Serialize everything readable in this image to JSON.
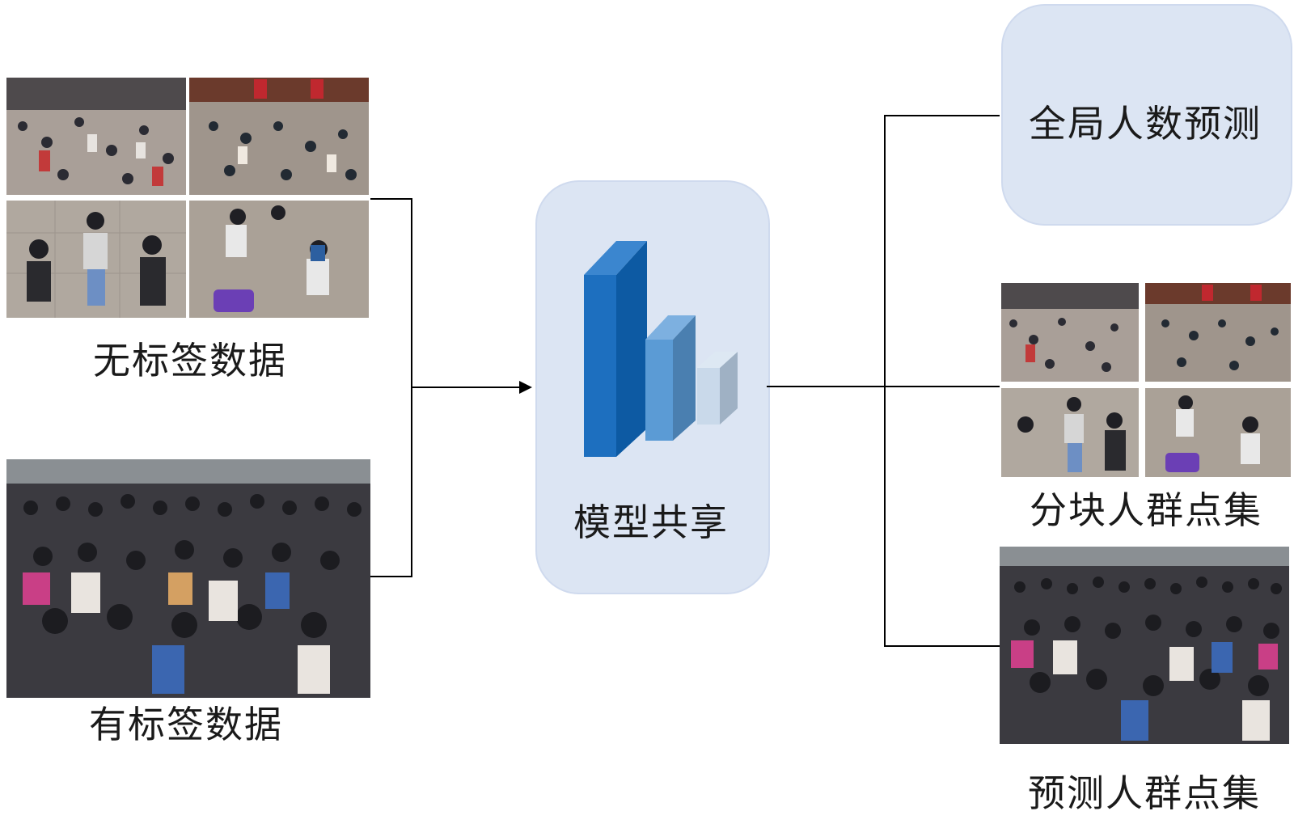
{
  "inputs": {
    "unlabeled_label": "无标签数据",
    "labeled_label": "有标签数据"
  },
  "model": {
    "label": "模型共享",
    "icon": "bar-chart-3d-icon",
    "bar_colors": [
      "#1d6fbf",
      "#5b9bd5",
      "#c9d9ea"
    ]
  },
  "outputs": {
    "global_count_label": "全局人数预测",
    "patch_points_label": "分块人群点集",
    "predicted_points_label": "预测人群点集"
  },
  "colors": {
    "box_fill": "#dce5f3",
    "connector": "#000000"
  }
}
